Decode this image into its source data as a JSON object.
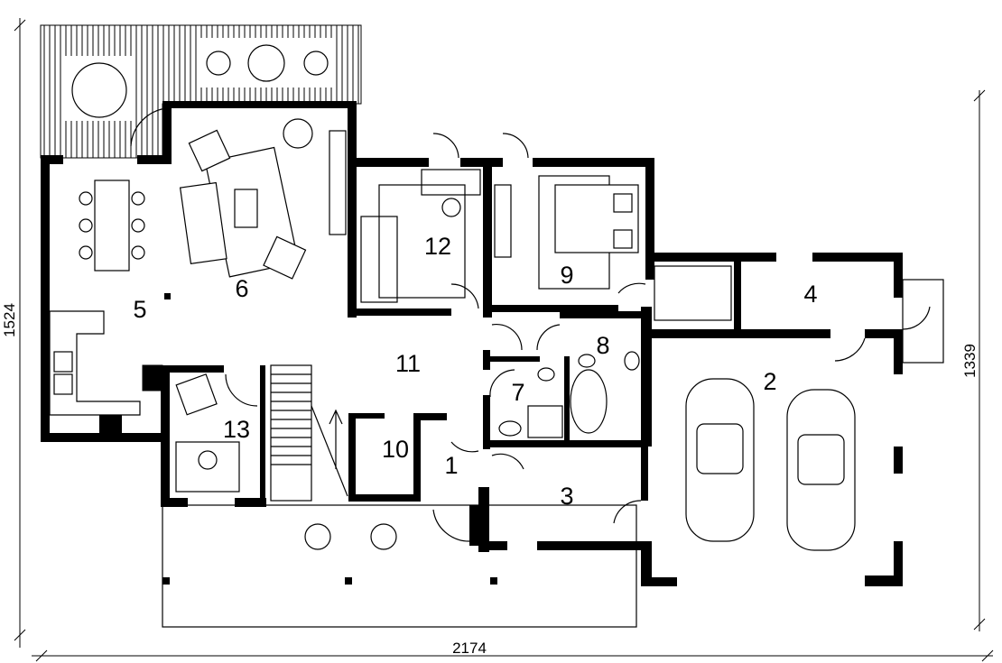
{
  "plan": {
    "rooms": [
      {
        "id": "room-1",
        "label": "1"
      },
      {
        "id": "room-2",
        "label": "2"
      },
      {
        "id": "room-3",
        "label": "3"
      },
      {
        "id": "room-4",
        "label": "4"
      },
      {
        "id": "room-5",
        "label": "5"
      },
      {
        "id": "room-6",
        "label": "6"
      },
      {
        "id": "room-7",
        "label": "7"
      },
      {
        "id": "room-8",
        "label": "8"
      },
      {
        "id": "room-9",
        "label": "9"
      },
      {
        "id": "room-10",
        "label": "10"
      },
      {
        "id": "room-11",
        "label": "11"
      },
      {
        "id": "room-12",
        "label": "12"
      },
      {
        "id": "room-13",
        "label": "13"
      }
    ],
    "dimensions": {
      "left_height": "1524",
      "right_height": "1339",
      "bottom_width": "2174"
    }
  }
}
